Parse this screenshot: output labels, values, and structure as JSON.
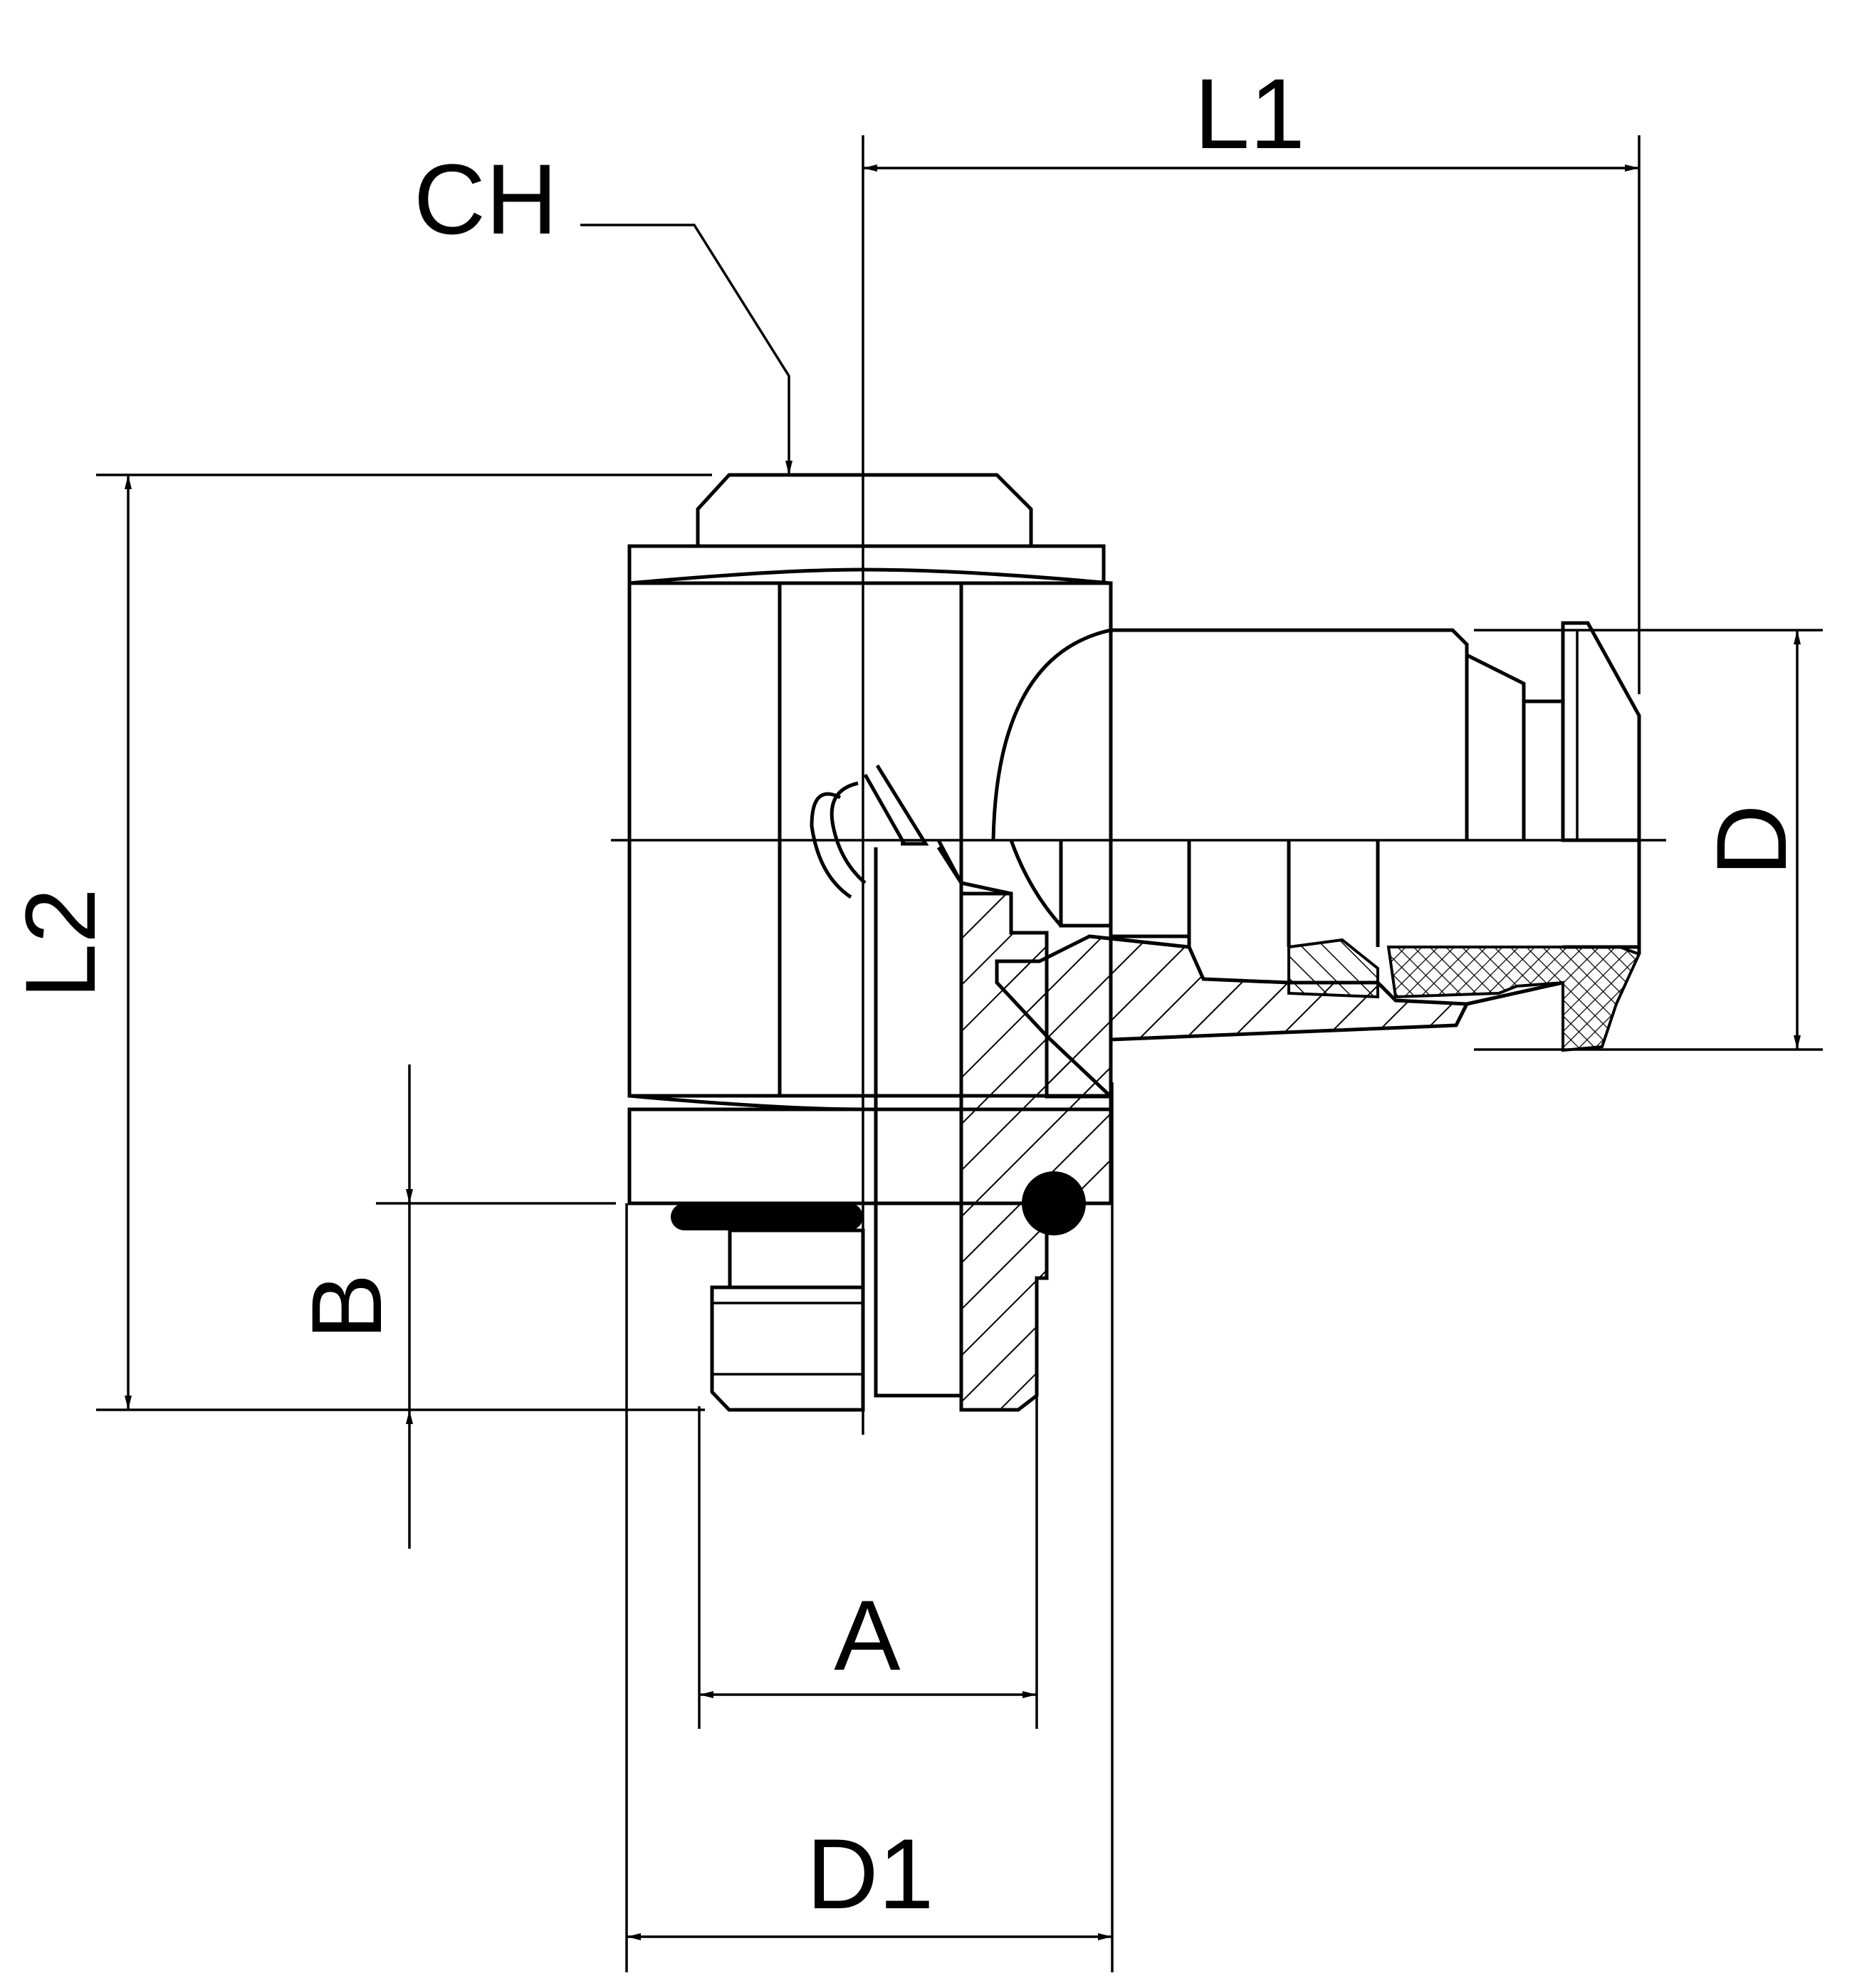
{
  "dimensions": {
    "L1": "L1",
    "L2": "L2",
    "CH": "CH",
    "D": "D",
    "D1": "D1",
    "A": "A",
    "B": "B"
  }
}
